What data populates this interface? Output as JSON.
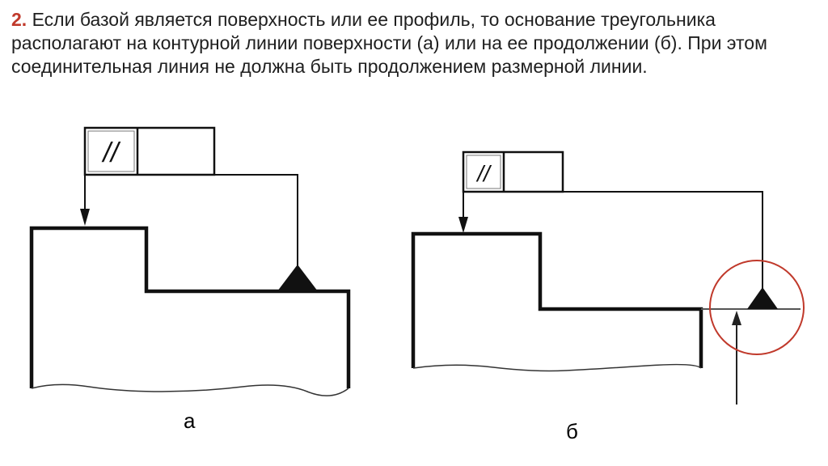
{
  "slide": {
    "item_number": "2.",
    "text": " Если базой является поверхность или ее профиль, то основание треугольника располагают на контурной линии поверхности (а) или на ее продолжении (б). При этом соединительная линия не должна быть продолжением размерной линии.",
    "highlight_color": "#c0392b"
  },
  "figures": {
    "a": {
      "label": "а",
      "tolerance_symbol": "//"
    },
    "b": {
      "label": "б",
      "tolerance_symbol": "//"
    }
  }
}
